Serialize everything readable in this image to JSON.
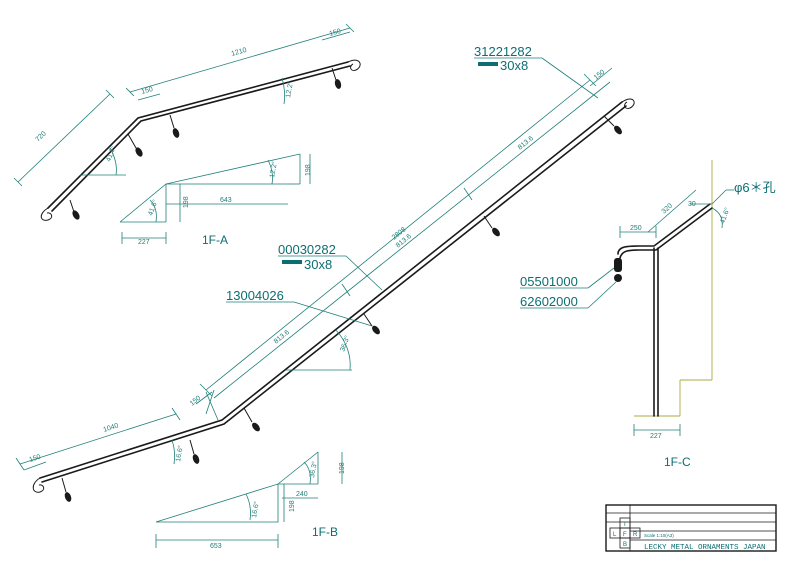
{
  "drawing": {
    "views": {
      "view_a": "1F-A",
      "view_b": "1F-B",
      "view_c": "1F-C"
    },
    "part_numbers": {
      "top_end": "31221282",
      "top_end_size": "30x8",
      "middle": "00030282",
      "middle_size": "30x8",
      "bracket": "13004026",
      "c_part_1": "05501000",
      "c_part_2": "62602000",
      "hole": "φ6＊孔"
    },
    "dimensions": {
      "a_upper_length": "1210",
      "a_upper_end": "150",
      "a_upper_start": "150",
      "a_lower_length": "720",
      "a_angle_upper": "12.2°",
      "a_angle_lower": "41.6°",
      "a_tri_horizontal": "643",
      "a_tri_vertical_left": "198",
      "a_tri_vertical_right": "198",
      "a_tri_angle_left": "41.6°",
      "a_tri_angle_right": "12.2°",
      "a_base": "227",
      "m_total": "2808",
      "m_upper_seg": "813.6",
      "m_mid_seg": "813.6",
      "m_lower_seg": "813.6",
      "m_top_end": "150",
      "m_mid_small": "150",
      "m_angle": "36.3°",
      "b_length": "1040",
      "b_end": "150",
      "b_angle": "16.6°",
      "b_tri_vertical_right": "198",
      "b_tri_horizontal_small": "240",
      "b_tri_vertical_small": "198",
      "b_tri_angle": "16.6°",
      "b_tri_angle_top": "36.3°",
      "b_base": "653",
      "c_horizontal": "250",
      "c_diag": "320",
      "c_small": "30",
      "c_angle": "41.6°",
      "c_base": "227"
    },
    "title_block": {
      "company": "LECKY METAL ORNAMENTS JAPAN",
      "scale_line": "Scale 1:10(A3)",
      "sym_t": "T",
      "sym_l": "L",
      "sym_f": "F",
      "sym_r": "R",
      "sym_b": "B"
    },
    "colors": {
      "dimension": "#1f7f79",
      "label": "#0d6e72",
      "rail": "#1a1a1a",
      "wall": "#a7ad3e"
    }
  }
}
